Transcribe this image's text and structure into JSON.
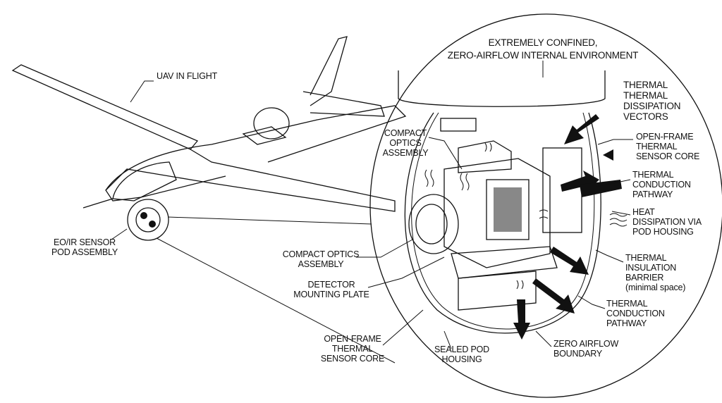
{
  "labels": {
    "uav_in_flight": "UAV IN FLIGHT",
    "eo_ir_pod": [
      "EO/IR SENSOR",
      "POD ASSEMBLY"
    ],
    "environment": [
      "EXTREMELY CONFINED,",
      "ZERO-AIRFLOW INTERNAL ENVIRONMENT"
    ],
    "dissipation_vectors": [
      "THERMAL",
      "THERMAL",
      "DISSIPATION",
      "VECTORS"
    ],
    "compact_optics_top": [
      "COMPACT",
      "OPTICS",
      "ASSEMBLY"
    ],
    "open_frame_right": [
      "OPEN-FRAME",
      "THERMAL",
      "SENSOR CORE"
    ],
    "conduction_right": [
      "THERMAL",
      "CONDUCTION",
      "PATHWAY"
    ],
    "heat_dissipation": [
      "HEAT",
      "DISSIPATION VIA",
      "POD HOUSING"
    ],
    "insulation_barrier": [
      "THERMAL",
      "INSULATION",
      "BARRIER",
      "(minimal space)"
    ],
    "conduction_bottom": [
      "THERMAL",
      "CONDUCTION",
      "PATHWAY"
    ],
    "zero_airflow": [
      "ZERO AIRFLOW",
      "BOUNDARY"
    ],
    "sealed_pod": [
      "SEALED POD",
      "HOUSING"
    ],
    "open_frame_left": [
      "OPEN-FRAME",
      "THERMAL",
      "SENSOR CORE"
    ],
    "detector_plate": [
      "DETECTOR",
      "MOUNTING PLATE"
    ],
    "compact_optics_left": [
      "COMPACT OPTICS",
      "ASSEMBLY"
    ]
  },
  "icons": [
    "uav-aircraft",
    "sensor-pod",
    "camera-lens",
    "detector-array",
    "heat-wave",
    "thermal-arrow"
  ]
}
